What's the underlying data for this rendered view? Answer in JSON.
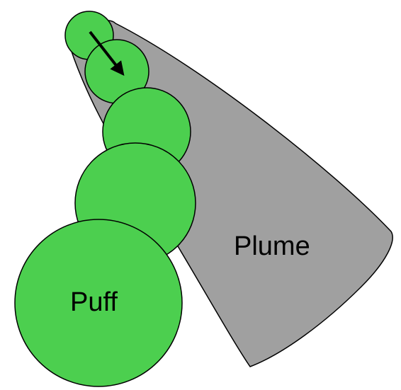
{
  "labels": {
    "plume": "Plume",
    "puff": "Puff"
  },
  "colors": {
    "plume_fill": "#a0a0a0",
    "puff_fill": "#4ccf4f",
    "outline": "#000000",
    "arrow": "#000000",
    "background": "#ffffff"
  },
  "elements": {
    "plume": "plume-shape",
    "puffs": [
      "puff-1",
      "puff-2",
      "puff-3",
      "puff-4",
      "puff-5"
    ],
    "arrow": "flow-direction-arrow"
  }
}
